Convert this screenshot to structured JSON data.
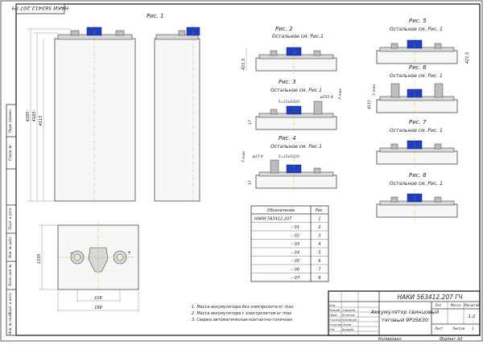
{
  "stamp_top": "НАКИ 563412.207 ГЧ",
  "fig1_title": "Рис. 1",
  "figures": [
    {
      "title": "Рис. 2",
      "note": "Остальное см. Рис.1",
      "dim": "421.5"
    },
    {
      "title": "Рис. 3",
      "note": "Остальное см. Рис.1",
      "dim_a": "ø155.4",
      "dim_b": "7 max",
      "dim_c": "5=15±0.019",
      "dim_d": "17"
    },
    {
      "title": "Рис. 4",
      "note": "Остальное см. Рис.1",
      "dim_a": "ø17.9",
      "dim_b": "7 max",
      "dim_c": "5=15±0.019",
      "dim_d": "17"
    },
    {
      "title": "Рис. 5",
      "note": "Остальное см. Рис. 1",
      "dim": "421.5"
    },
    {
      "title": "Рис. 6",
      "note": "Остальное см. Рис. 1",
      "dim_a": "4115",
      "dim_b": "7 max"
    },
    {
      "title": "Рис. 7",
      "note": "Остальное см. Рис. 1"
    },
    {
      "title": "Рис. 8",
      "note": "Остальное см. Рис. 1"
    }
  ],
  "fig1_dims": {
    "d1": "4285",
    "d2": "4185",
    "d3": "4115",
    "width1": "108",
    "width2": "198",
    "side": "1335"
  },
  "table": {
    "headers": [
      "Обозначение",
      "Рис."
    ],
    "rows": [
      [
        "НАКИ 563412.207",
        "1"
      ],
      [
        "– 01",
        "2"
      ],
      [
        "– 02",
        "3"
      ],
      [
        "– 03",
        "4"
      ],
      [
        "– 04",
        "5"
      ],
      [
        "– 05",
        "6"
      ],
      [
        "– 06",
        "7"
      ],
      [
        "– 07",
        "8"
      ]
    ]
  },
  "notes": [
    "1. Масса аккумулятора без электролита        кг max",
    "2. Масса аккумулятора с электролитом        кг max",
    "3. Сварка автоматическая контактно-точечная"
  ],
  "title_block": {
    "doc_number": "НАКИ 563412.207 ГЧ",
    "name_line1": "Аккумулятор свинцовый",
    "name_line2": "тяговый 9PzS630",
    "scale": "1:2",
    "sheet_label": "Лист",
    "sheets_label": "Листов",
    "sheets_value": "1",
    "lit": "Лит.",
    "mass": "Масса",
    "masshtab": "Масштаб",
    "rows": [
      "Изм.",
      "Разраб.",
      "Пров.",
      "Т.контр.",
      "Н.контр.",
      "Утв."
    ],
    "names": [
      "",
      "Сидоров",
      "Кочетов",
      "Кузнецов",
      "Лосев",
      "Бушуев"
    ]
  },
  "footer_left": "Копировал",
  "footer_right": "Формат   А2",
  "side_stamps": [
    "Перв. примен.",
    "Справ. №",
    "Подп. и дата",
    "Инв. № дубл.",
    "Взам. инв. №",
    "Подп. и дата",
    "Инв. № подл."
  ]
}
